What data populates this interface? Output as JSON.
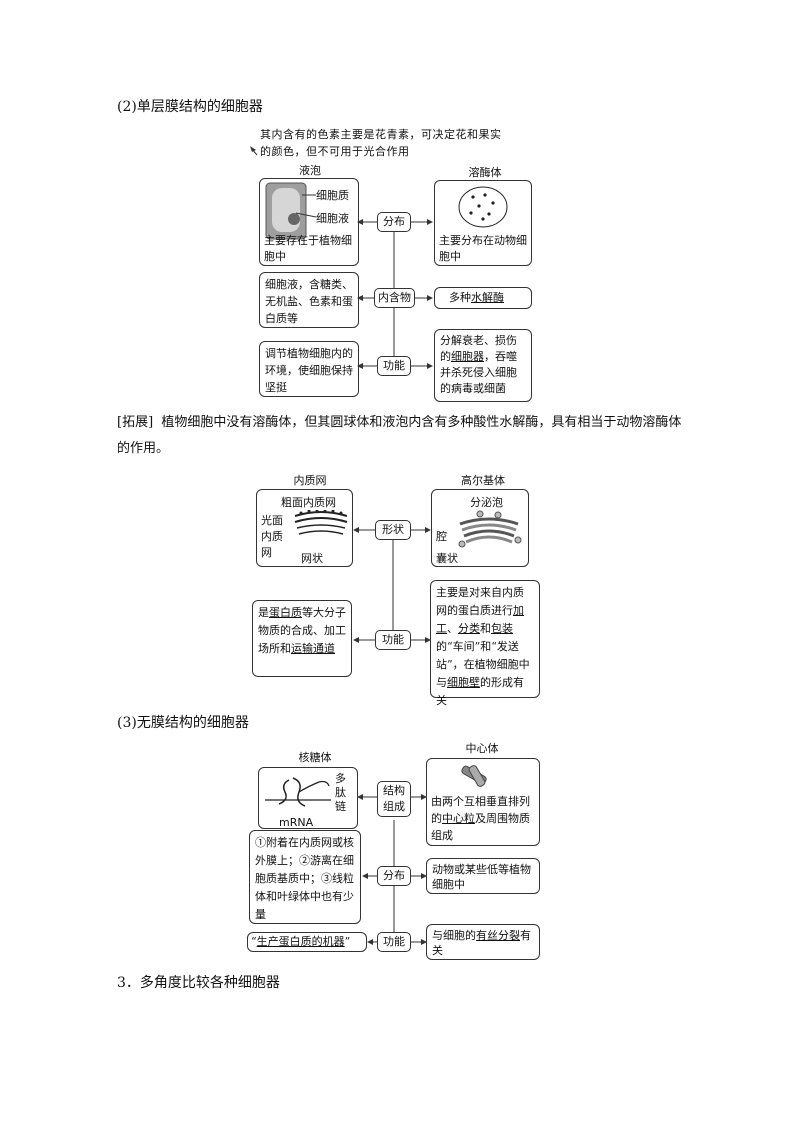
{
  "sec2": {
    "title": "(2)单层膜结构的细胞器",
    "note_line1": "其内含有的色素主要是花青素，可决定花和果实",
    "note_line2": "的颜色，但不可用于光合作用",
    "vacuole": {
      "title": "液泡",
      "label_cytoplasm": "细胞质",
      "label_sap": "细胞液",
      "dist_text": "主要存在于植物细胞中",
      "content_text": "细胞液，含糖类、无机盐、色素和蛋白质等",
      "func_text": "调节植物细胞内的环境，使细胞保持坚挺"
    },
    "lysosome": {
      "title": "溶酶体",
      "dist_text": "主要分布在动物细胞中",
      "content_pre": "多种",
      "content_u": "水解酶",
      "func_pre": "分解衰老、损伤的",
      "func_u": "细胞器",
      "func_post": "，吞噬并杀死侵入细胞的病毒或细菌"
    },
    "center": {
      "distribution": "分布",
      "contents": "内含物",
      "function": "功能"
    }
  },
  "expand": {
    "tag": "[拓展]",
    "text": "植物细胞中没有溶酶体，但其圆球体和液泡内含有多种酸性水解酶，具有相当于动物溶酶体的作用。"
  },
  "er_golgi": {
    "er_title": "内质网",
    "er_rough": "粗面内质网",
    "er_smooth": "光面内质网",
    "er_net": "网状",
    "golgi_title": "高尔基体",
    "golgi_vesicle": "分泌泡",
    "golgi_cavity": "腔",
    "golgi_sac": "囊状",
    "center_shape": "形状",
    "center_func": "功能",
    "er_func_pre": "是",
    "er_func_u1": "蛋白质",
    "er_func_mid": "等大分子物质的合成、加工场所和",
    "er_func_u2": "运输通道",
    "golgi_func_1": "主要是对来自内质网的蛋白质进行",
    "golgi_func_u1": "加工",
    "golgi_func_sep1": "、",
    "golgi_func_u2": "分类",
    "golgi_func_sep2": "和",
    "golgi_func_u3": "包装",
    "golgi_func_2": "的“车间”和“发送站”，在植物细胞中与",
    "golgi_func_u4": "细胞壁",
    "golgi_func_3": "的形成有关"
  },
  "sec3": {
    "title": "(3)无膜结构的细胞器",
    "ribosome_title": "核糖体",
    "peptide": "多肽链",
    "mrna": "mRNA",
    "centrosome_title": "中心体",
    "center_structure": "结构组成",
    "center_dist": "分布",
    "center_func": "功能",
    "centrosome_struct_pre": "由两个互相垂直排列的",
    "centrosome_struct_u": "中心粒",
    "centrosome_struct_post": "及周围物质组成",
    "ribosome_dist": "①附着在内质网或核外膜上；②游离在细胞质基质中；③线粒体和叶绿体中也有少量",
    "centrosome_dist": "动物或某些低等植物细胞中",
    "ribosome_func_open": "“",
    "ribosome_func_u": "生产蛋白质的机器",
    "ribosome_func_close": "”",
    "centrosome_func_pre": "与细胞的",
    "centrosome_func_u": "有丝分裂",
    "centrosome_func_post": "有关"
  },
  "sec4": {
    "title": "3．多角度比较各种细胞器"
  }
}
